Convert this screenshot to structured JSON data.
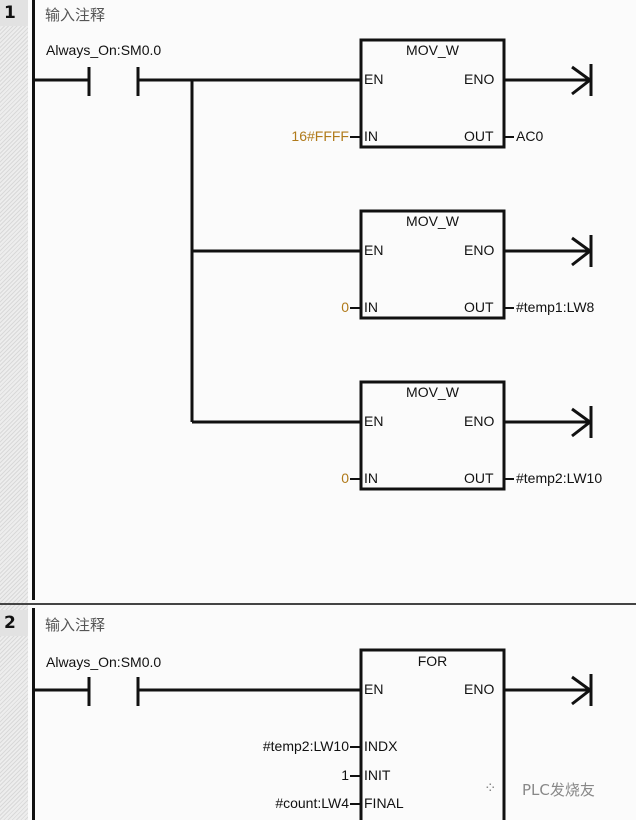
{
  "networks": [
    {
      "number": "1",
      "comment": "输入注释",
      "contact": {
        "label": "Always_On:SM0.0",
        "type": "normally-open"
      },
      "boxes": [
        {
          "name": "MOV_W",
          "en": "EN",
          "eno": "ENO",
          "in_pin": "IN",
          "out_pin": "OUT",
          "in_value": "16#FFFF",
          "out_value": "AC0"
        },
        {
          "name": "MOV_W",
          "en": "EN",
          "eno": "ENO",
          "in_pin": "IN",
          "out_pin": "OUT",
          "in_value": "0",
          "out_value": "#temp1:LW8"
        },
        {
          "name": "MOV_W",
          "en": "EN",
          "eno": "ENO",
          "in_pin": "IN",
          "out_pin": "OUT",
          "in_value": "0",
          "out_value": "#temp2:LW10"
        }
      ]
    },
    {
      "number": "2",
      "comment": "输入注释",
      "contact": {
        "label": "Always_On:SM0.0",
        "type": "normally-open"
      },
      "boxes": [
        {
          "name": "FOR",
          "en": "EN",
          "eno": "ENO",
          "inputs": [
            {
              "pin": "INDX",
              "value": "#temp2:LW10"
            },
            {
              "pin": "INIT",
              "value": "1"
            },
            {
              "pin": "FINAL",
              "value": "#count:LW4"
            }
          ]
        }
      ]
    }
  ],
  "watermark": "PLC发烧友",
  "colors": {
    "constant": "#b07a1a",
    "wire": "#111111"
  }
}
